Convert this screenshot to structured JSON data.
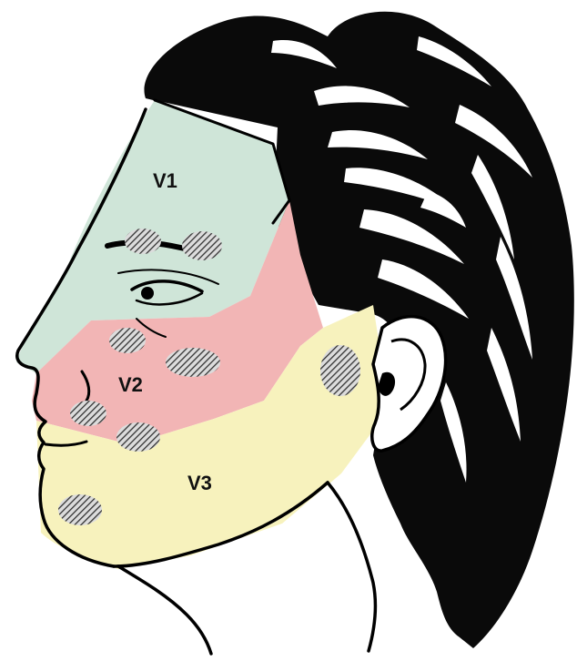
{
  "diagram": {
    "regions": [
      {
        "id": "v1",
        "label": "V1",
        "color": "#cfe5d8"
      },
      {
        "id": "v2",
        "label": "V2",
        "color": "#f2b5b5"
      },
      {
        "id": "v3",
        "label": "V3",
        "color": "#f7f2bd"
      }
    ],
    "hatch_color": "#333333",
    "outline_color": "#000000",
    "hair_color": "#0a0a0a"
  }
}
